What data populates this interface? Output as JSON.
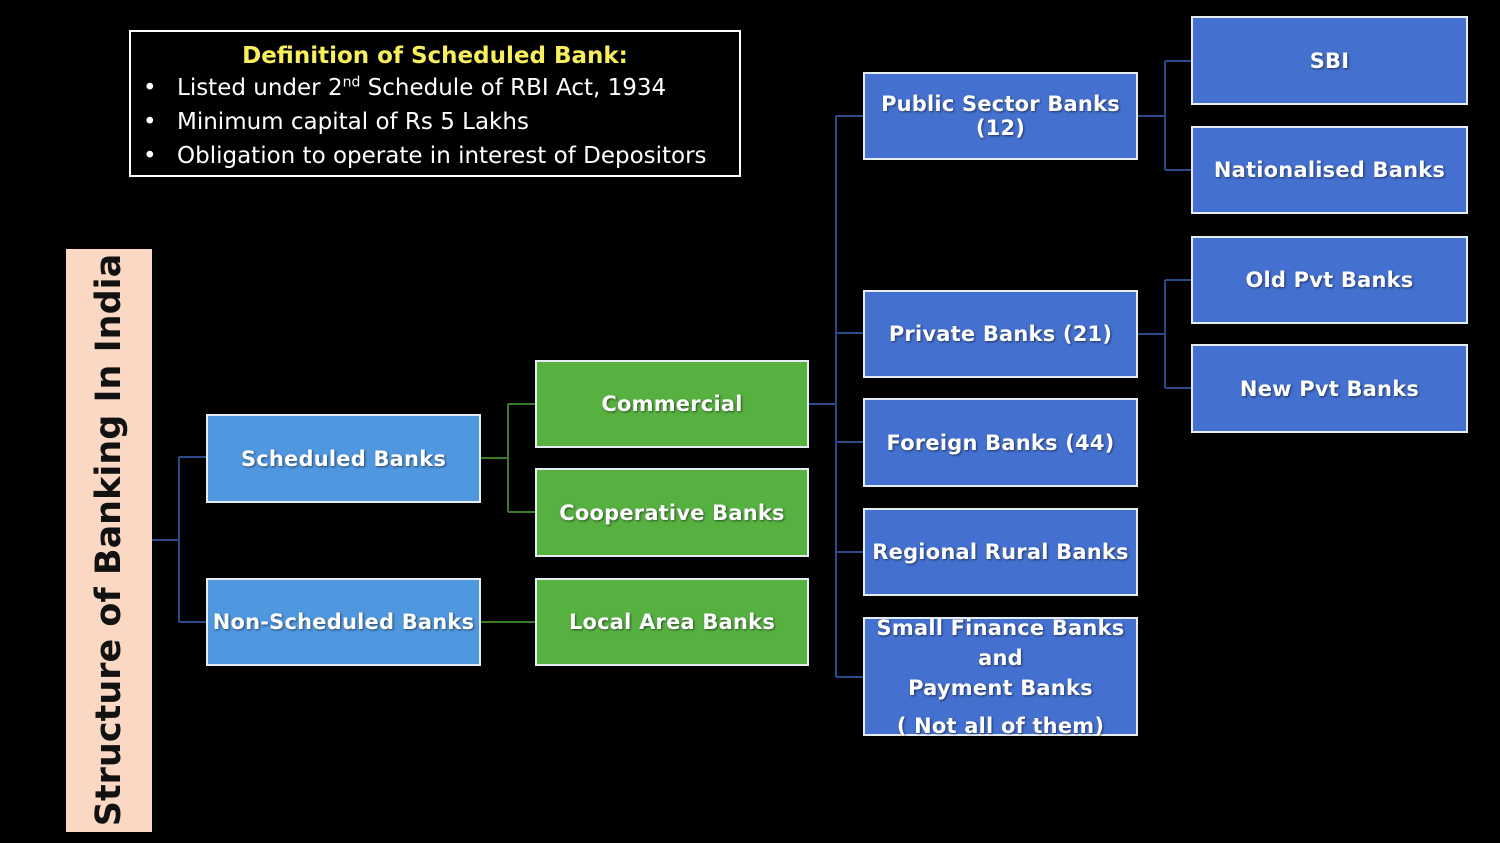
{
  "definition": {
    "title": "Definition of Scheduled Bank:",
    "items": [
      {
        "before": "Listed under 2",
        "sup": "nd",
        "after": " Schedule of RBI Act, 1934"
      },
      {
        "text": "Minimum capital of Rs 5 Lakhs"
      },
      {
        "text": "Obligation to operate in interest of Depositors"
      }
    ]
  },
  "root": {
    "label": "Structure of Banking In India"
  },
  "level1": {
    "scheduled": "Scheduled Banks",
    "non_scheduled": "Non-Scheduled Banks"
  },
  "level2": {
    "commercial": "Commercial",
    "cooperative": "Cooperative Banks",
    "local_area": "Local Area Banks"
  },
  "level3": {
    "public_sector": "Public Sector Banks (12)",
    "private": "Private Banks (21)",
    "foreign": "Foreign Banks (44)",
    "regional_rural": "Regional Rural Banks",
    "small_finance_line1": "Small Finance Banks and",
    "small_finance_line2": "Payment Banks",
    "small_finance_line3": "( Not all of them)"
  },
  "level4": {
    "sbi": "SBI",
    "nationalised": "Nationalised Banks",
    "old_pvt": "Old Pvt Banks",
    "new_pvt": "New Pvt Banks"
  },
  "colors": {
    "background": "#000000",
    "title_panel": "#fbd8c4",
    "level1": "#4f97df",
    "level2": "#56b141",
    "level3": "#4470cf",
    "definition_title": "#f7ef5b",
    "connector_blue": "#2b4a8c",
    "connector_green": "#3a7a2a"
  }
}
